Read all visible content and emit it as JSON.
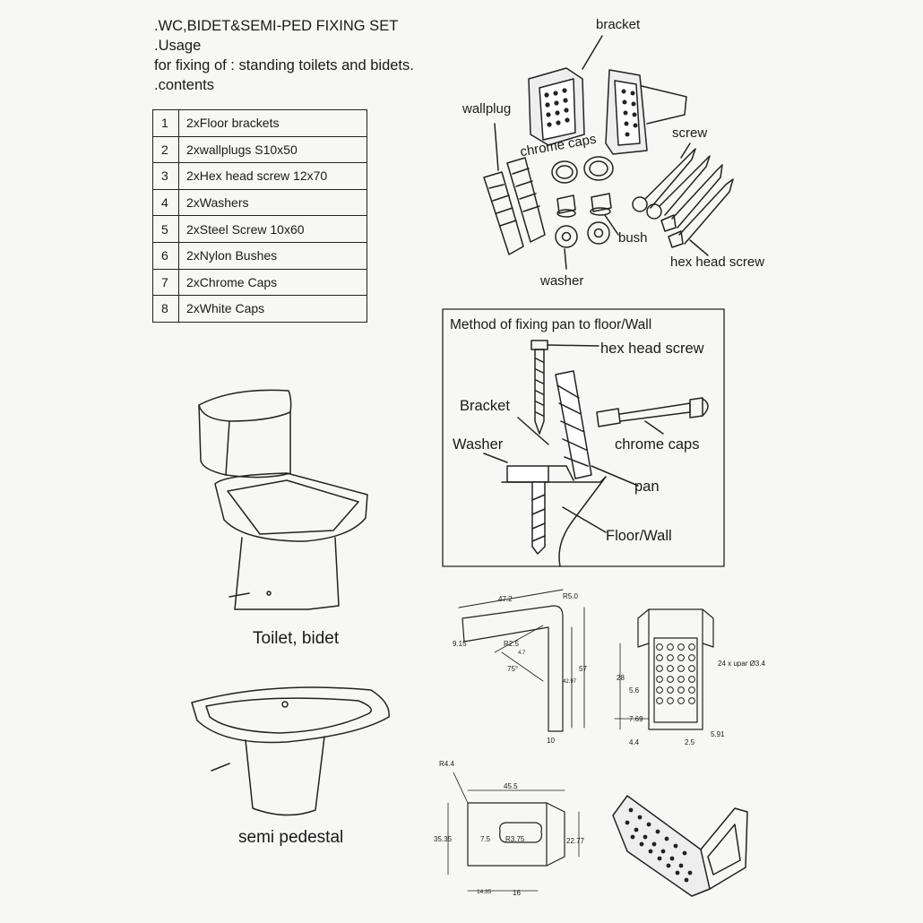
{
  "header": {
    "title": ".WC,BIDET&SEMI-PED FIXING SET",
    "usage_heading": ".Usage",
    "usage_text": "for fixing of : standing toilets and bidets.",
    "contents_heading": ".contents"
  },
  "contents_table": [
    {
      "num": "1",
      "item": "2xFloor brackets"
    },
    {
      "num": "2",
      "item": "2xwallplugs S10x50"
    },
    {
      "num": "3",
      "item": "2xHex head screw 12x70"
    },
    {
      "num": "4",
      "item": "2xWashers"
    },
    {
      "num": "5",
      "item": "2xSteel Screw 10x60"
    },
    {
      "num": "6",
      "item": "2xNylon Bushes"
    },
    {
      "num": "7",
      "item": "2xChrome Caps"
    },
    {
      "num": "8",
      "item": "2xWhite Caps"
    }
  ],
  "parts_labels": {
    "bracket": "bracket",
    "wallplug": "wallplug",
    "chrome_caps": "chrome caps",
    "screw": "screw",
    "bush": "bush",
    "washer": "washer",
    "hex_head_screw": "hex head screw"
  },
  "method": {
    "title": "Method of fixing pan to floor/Wall",
    "hex_head_screw": "hex head screw",
    "bracket": "Bracket",
    "washer": "Washer",
    "chrome_caps": "chrome caps",
    "pan": "pan",
    "floor_wall": "Floor/Wall"
  },
  "captions": {
    "toilet": "Toilet, bidet",
    "semi_pedestal": "semi pedestal"
  },
  "dimensions": {
    "d_47_2": "47.2",
    "d_r5_0": "R5.0",
    "d_9_15": "9.15",
    "d_r2_5": "R2.5",
    "d_4_7": "4.7",
    "d_75deg": "75°",
    "d_57": "57",
    "d_42_97": "42.97",
    "d_10": "10",
    "d_holes": "24 x upar  Ø3.4",
    "d_28": "28",
    "d_5_6": "5.6",
    "d_7_69": "7.69",
    "d_4_4": "4.4",
    "d_2_5": "2.5",
    "d_5_91": "5.91",
    "d_r4_4": "R4.4",
    "d_45_5": "45.5",
    "d_35_35": "35.35",
    "d_7_5": "7.5",
    "d_r3_75": "R3.75",
    "d_22_77": "22.77",
    "d_14_35": "14.35",
    "d_16": "16"
  }
}
